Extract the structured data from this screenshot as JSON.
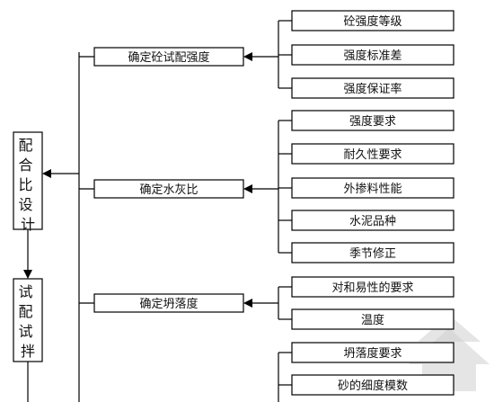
{
  "left_boxes": [
    {
      "label": "配合比设计"
    },
    {
      "label": "试配试拌"
    }
  ],
  "groups": [
    {
      "label": "确定砼试配强度",
      "items": [
        "砼强度等级",
        "强度标准差",
        "强度保证率"
      ]
    },
    {
      "label": "确定水灰比",
      "items": [
        "强度要求",
        "耐久性要求",
        "外掺料性能",
        "水泥品种",
        "季节修正"
      ]
    },
    {
      "label": "确定坍落度",
      "items": [
        "对和易性的要求",
        "温度"
      ]
    },
    {
      "label": "",
      "items": [
        "坍落度要求",
        "砂的细度模数"
      ]
    }
  ]
}
